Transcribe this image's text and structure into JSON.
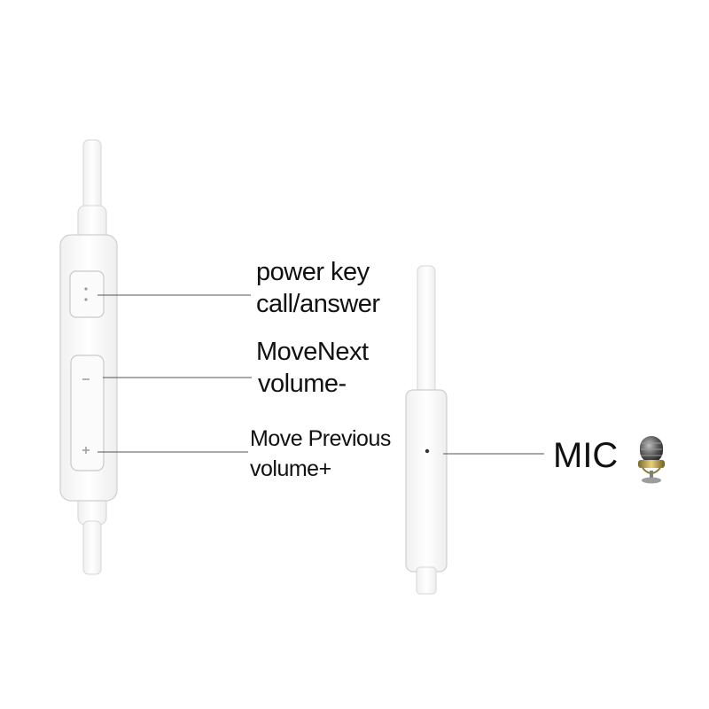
{
  "labels": {
    "power_key": "power key",
    "call_answer": "call/answer",
    "move_next": "MoveNext",
    "volume_down": "volume-",
    "move_previous": "Move Previous",
    "volume_up": "volume+",
    "mic": "MIC"
  },
  "icons": {
    "microphone": "microphone-icon"
  },
  "colors": {
    "background": "#ffffff",
    "text": "#111111",
    "cable": "#f7f7f7",
    "outline": "#d6d6d6",
    "leader_line": "#555555"
  }
}
